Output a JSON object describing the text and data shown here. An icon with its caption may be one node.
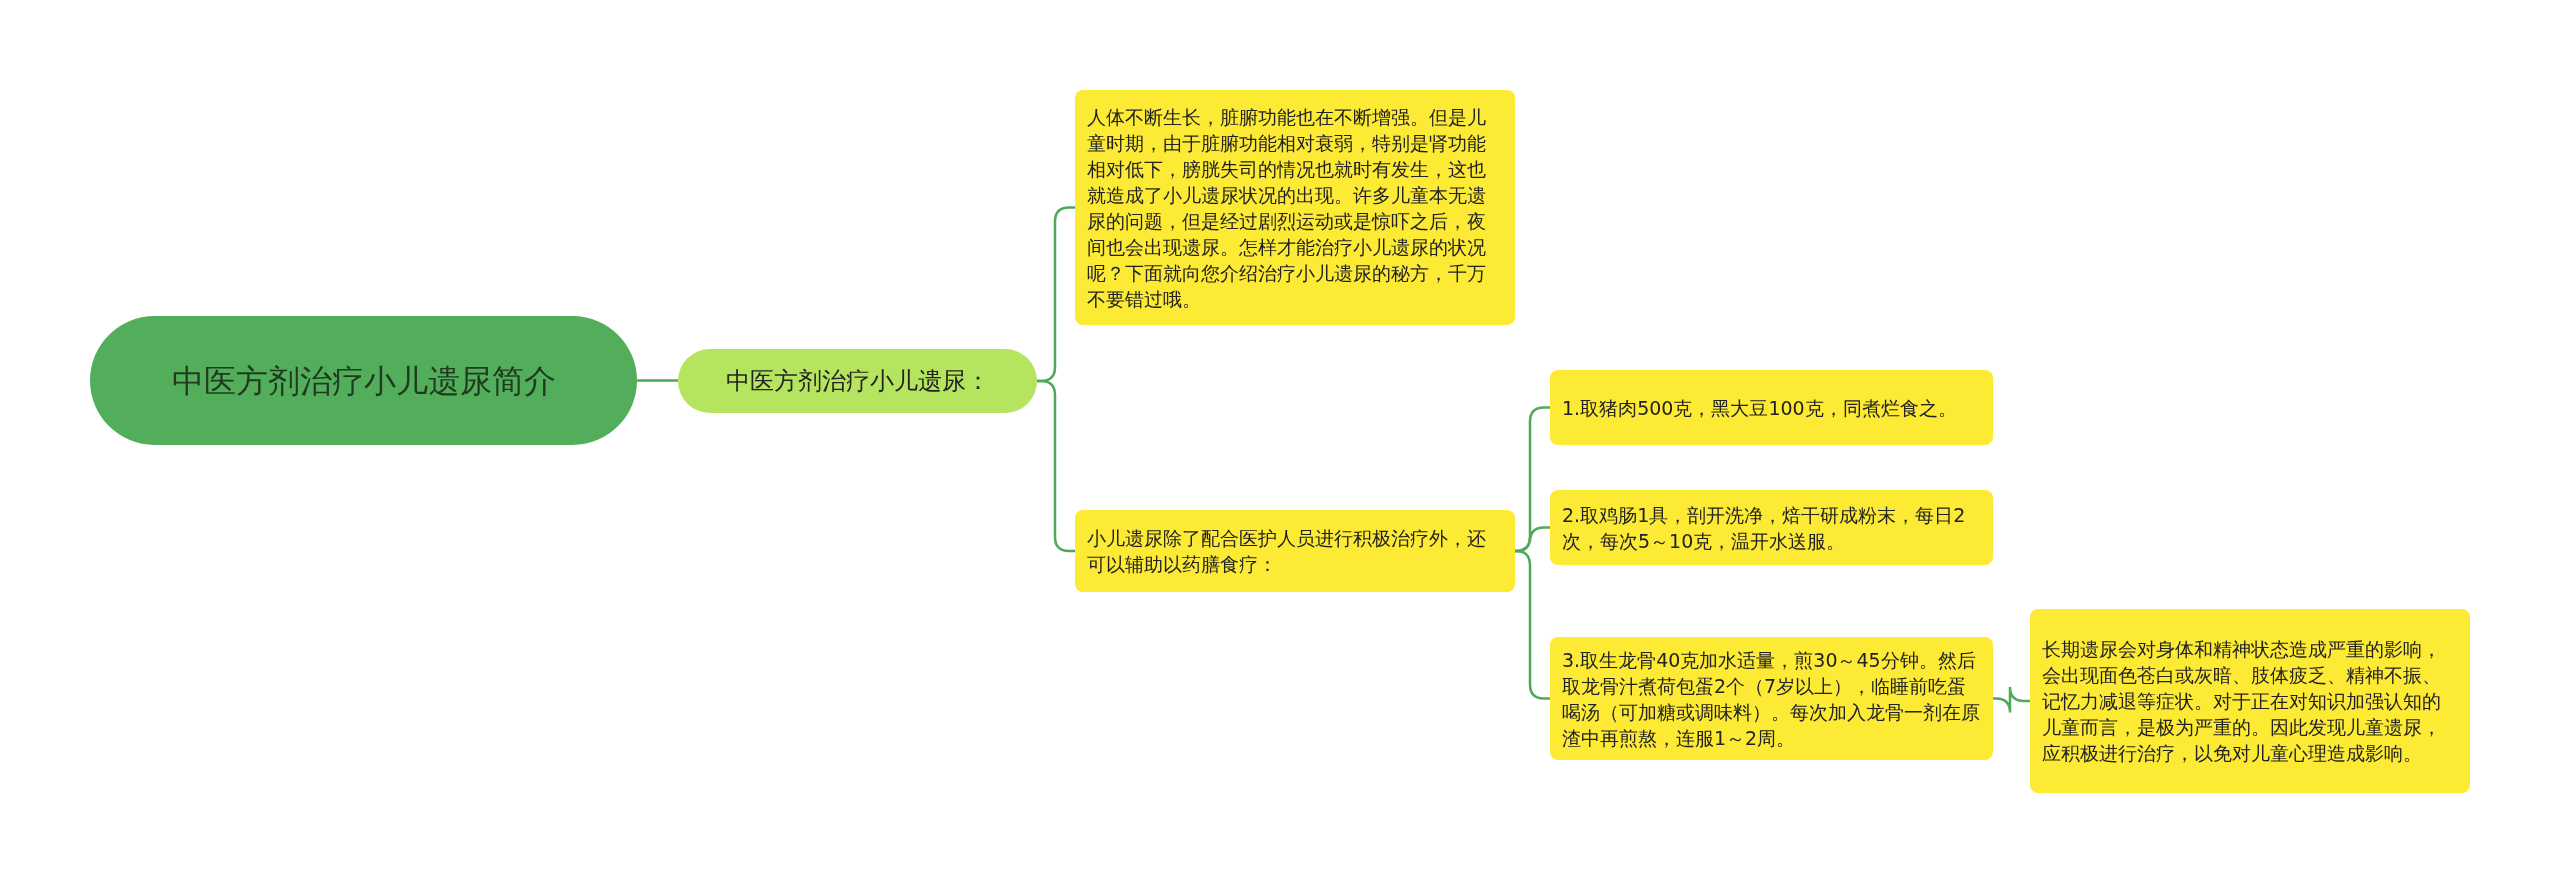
{
  "diagram": {
    "nodes": [
      {
        "text": [
          "中医方剂治疗小儿遗尿简介"
        ]
      },
      {
        "text": [
          "中医方剂治疗小儿遗尿："
        ]
      },
      {
        "text": [
          "人体不断生长，脏腑功能也在不断增强。但是儿童时期，由于脏腑功能相对衰弱，特别是肾功能相对低下，膀胱失司的情况也就时有发生，这也就造成了小儿遗尿状况的出现。许多儿童本无遗尿的问题，但是经过剧烈运动或是惊吓之后，夜间也会出现遗尿。怎样才能治疗小儿遗尿的状况呢？下面就向您介绍治疗小儿遗尿的秘方，千万不要错过哦。"
        ]
      },
      {
        "text": [
          "小儿遗尿除了配合医护人员进行积极治疗外，还可以辅助以药膳食疗："
        ]
      },
      {
        "text": [
          "1.取猪肉500克，黑大豆100克，同煮烂食之。"
        ]
      },
      {
        "text": [
          "2.取鸡肠1具，剖开洗净，焙干研成粉末，每日2次，每次5～10克，温开水送服。"
        ]
      },
      {
        "text": [
          "3.取生龙骨40克加水适量，煎30～45分钟。然后取龙骨汁煮荷包蛋2个（7岁以上），临睡前吃蛋喝汤（可加糖或调味料）。每次加入龙骨一剂在原渣中再煎熬，连服1～2周。"
        ]
      },
      {
        "text": [
          "长期遗尿会对身体和精神状态造成严重的影响，会出现面色苍白或灰暗、肢体疲乏、精神不振、记忆力减退等症状。对于正在对知识加强认知的儿童而言，是极为严重的。因此发现儿童遗尿，应积极进行治疗，以免对儿童心理造成影响。"
        ]
      }
    ],
    "edges": [
      {
        "from": 0,
        "to": 1,
        "arrow": "none"
      },
      {
        "from": 1,
        "to": 2,
        "arrow": "none"
      },
      {
        "from": 1,
        "to": 3,
        "arrow": "none"
      },
      {
        "from": 3,
        "to": 4,
        "arrow": "none"
      },
      {
        "from": 3,
        "to": 5,
        "arrow": "none"
      },
      {
        "from": 3,
        "to": 6,
        "arrow": "none"
      },
      {
        "from": 6,
        "to": 7,
        "arrow": "none"
      }
    ]
  }
}
